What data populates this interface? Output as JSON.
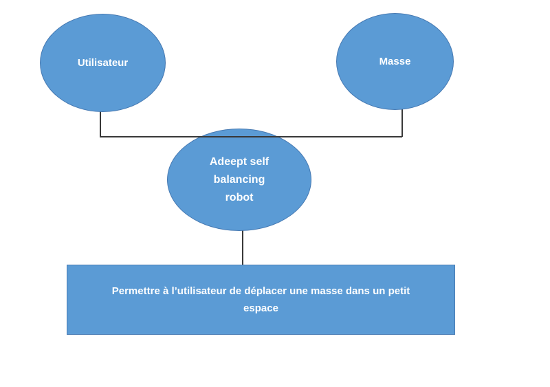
{
  "colors": {
    "background": "#ffffff",
    "shape_fill": "#5b9bd5",
    "shape_border": "#4679b2",
    "connector": "#383838",
    "text": "#ffffff"
  },
  "nodes": {
    "utilisateur": {
      "type": "ellipse",
      "label": "Utilisateur"
    },
    "masse": {
      "type": "ellipse",
      "label": "Masse"
    },
    "robot": {
      "type": "ellipse",
      "label": "Adeept self\nbalancing\nrobot"
    },
    "objective": {
      "type": "rectangle",
      "label": "Permettre à l’utilisateur de déplacer une masse dans un petit\nespace"
    }
  },
  "connectors": [
    {
      "from": "utilisateur",
      "to": "robot"
    },
    {
      "from": "masse",
      "to": "robot"
    },
    {
      "from": "robot",
      "to": "objective"
    }
  ]
}
